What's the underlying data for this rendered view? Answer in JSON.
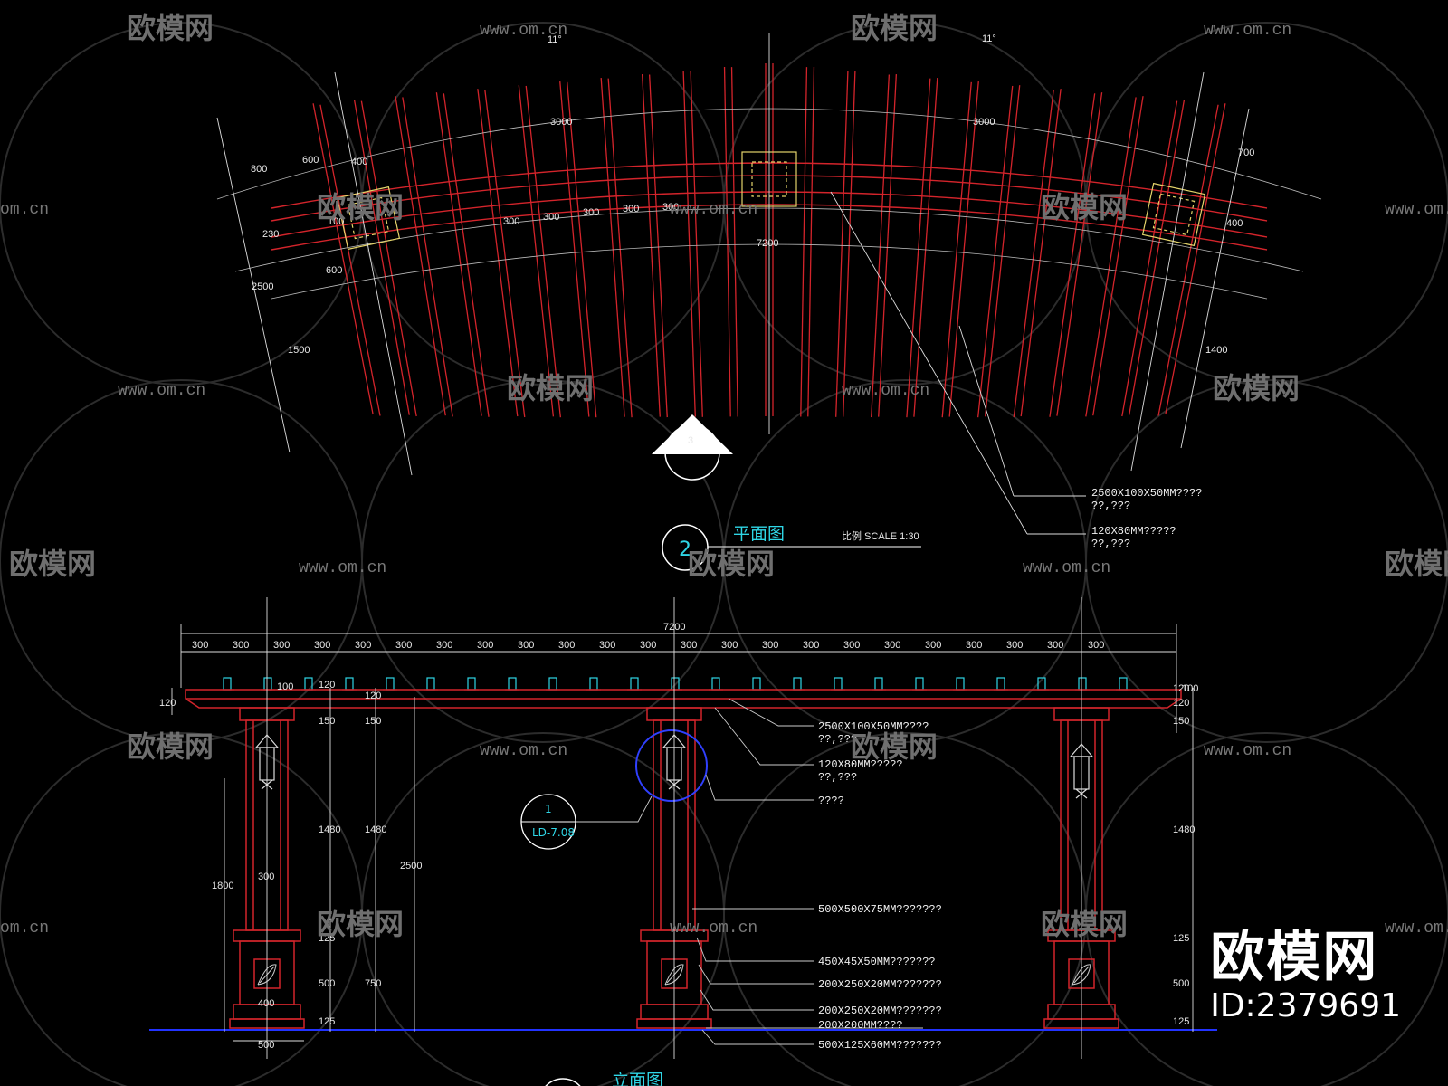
{
  "drawing": {
    "plan_title": "平面图",
    "plan_number": "2",
    "plan_scale": "比例 SCALE 1:30",
    "north_marker": "3",
    "detail_ref_number": "1",
    "detail_ref_sheet": "LD-7.08",
    "elevation_title_fragment": "立面图",
    "plan_dims": {
      "top_left": "11°",
      "top_right": "11°",
      "arc_left": "3000",
      "arc_right": "3000",
      "arc_center": "7200",
      "spacing": [
        "300",
        "300",
        "300",
        "300",
        "300"
      ],
      "left_side": [
        "800",
        "600",
        "400",
        "100",
        "230",
        "600",
        "2500",
        "1500"
      ],
      "right_side": [
        "700",
        "400",
        "1400"
      ]
    },
    "plan_callouts": [
      {
        "line1": "2500X100X50MM????",
        "line2": "??,???"
      },
      {
        "line1": "120X80MM?????",
        "line2": "??,???"
      }
    ],
    "elevation_dims": {
      "total": "7200",
      "spacing": [
        "300",
        "300",
        "300",
        "300",
        "300",
        "300",
        "300",
        "300",
        "300",
        "300",
        "300",
        "300",
        "300",
        "300",
        "300",
        "300",
        "300",
        "300",
        "300",
        "300",
        "300",
        "300",
        "300"
      ],
      "left_heights": [
        "120",
        "100",
        "120",
        "150",
        "150",
        "120",
        "1480",
        "1480",
        "2500",
        "1800",
        "125",
        "500",
        "750",
        "125"
      ],
      "right_heights": [
        "120",
        "100",
        "120",
        "150",
        "1480",
        "125",
        "500",
        "125"
      ],
      "col_width": "300",
      "base_width": "400",
      "plinth_width": "500"
    },
    "elevation_callouts": [
      {
        "line1": "2500X100X50MM????",
        "line2": "??,???"
      },
      {
        "line1": "120X80MM?????",
        "line2": "??,???"
      },
      {
        "line1": "????",
        "line2": ""
      },
      {
        "line1": "500X500X75MM???????",
        "line2": ""
      },
      {
        "line1": "450X45X50MM???????",
        "line2": ""
      },
      {
        "line1": "200X250X20MM???????",
        "line2": ""
      },
      {
        "line1": "200X250X20MM???????",
        "line2": ""
      },
      {
        "line1": "200X200MM????",
        "line2": ""
      },
      {
        "line1": "500X125X60MM???????",
        "line2": ""
      }
    ]
  },
  "watermark": {
    "logo_text": "欧模网",
    "url": "www.om.cn",
    "url_fragment": "om.cn"
  },
  "brand": {
    "logo": "欧模网",
    "id_label": "ID:2379691"
  },
  "colors": {
    "background": "#000000",
    "structure": "#d3242b",
    "dimension": "#e8e8e8",
    "label_cyan": "#2fd6e6",
    "ground": "#2233ff",
    "highlight_circle": "#3040ff",
    "watermark": "#6f6f6f",
    "post_outline": "#e3d36a"
  }
}
